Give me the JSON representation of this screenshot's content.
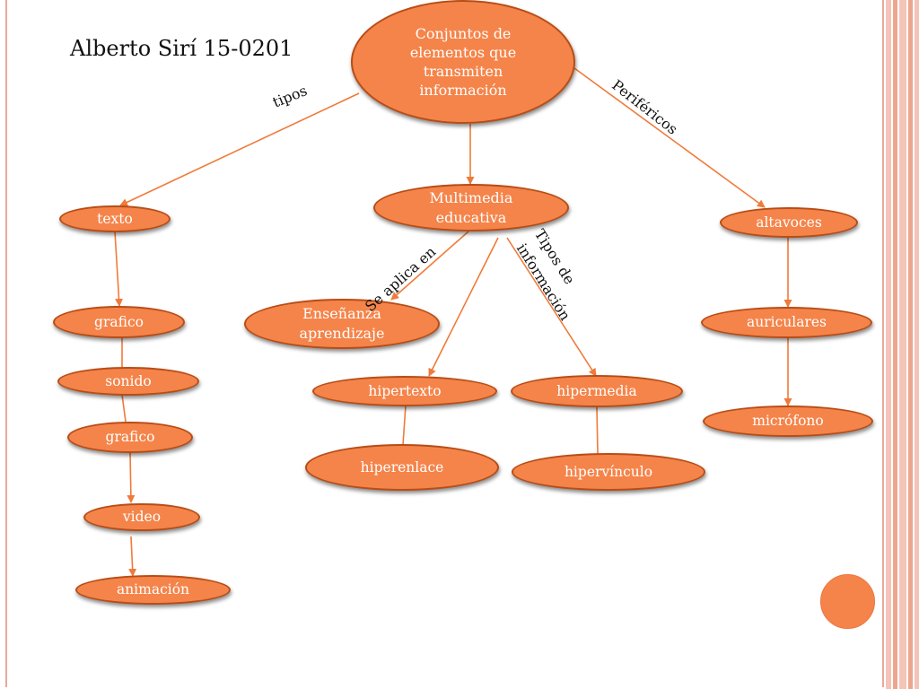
{
  "author": "Alberto Sirí 15-0201",
  "colors": {
    "node_fill": "#f5844a",
    "node_border": "#b84d16",
    "connector": "#f07a3a",
    "stripe_pink": "#f4c4b8",
    "stripe_salmon": "#eea58f"
  },
  "nodes": {
    "root": "Conjuntos de elementos que transmiten información",
    "multimedia": "Multimedia educativa",
    "texto": "texto",
    "grafico_1": "grafico",
    "sonido": "sonido",
    "grafico_2": "grafico",
    "video": "video",
    "animacion": "animación",
    "ensenanza": "Enseñanza aprendizaje",
    "hipertexto": "hipertexto",
    "hiperenlace": "hiperenlace",
    "hipermedia": "hipermedia",
    "hipervinculo": "hipervínculo",
    "altavoces": "altavoces",
    "auriculares": "auriculares",
    "microfono": "micrófono"
  },
  "labels": {
    "tipos": "tipos",
    "perifericos": "Periféricos",
    "se_aplica_en": "Se aplica en",
    "tipos_de_informacion_1": "Tipos de",
    "tipos_de_informacion_2": "información"
  }
}
